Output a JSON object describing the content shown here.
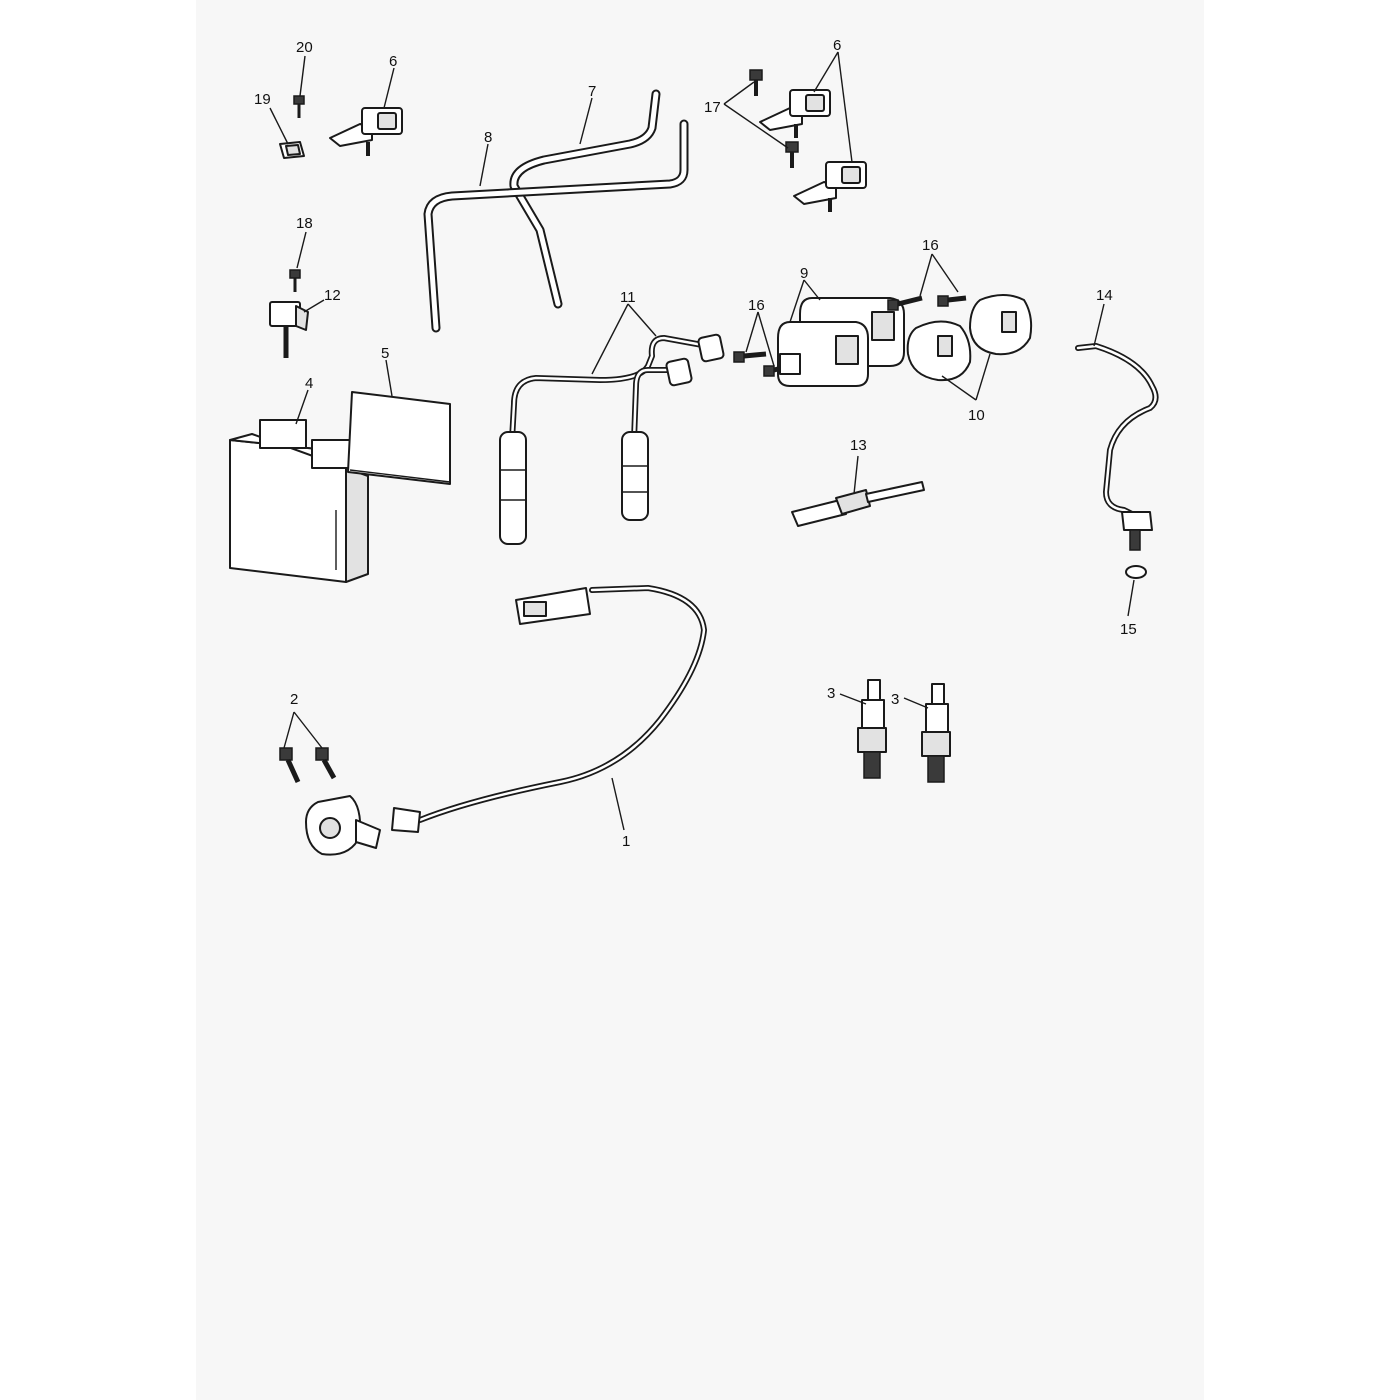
{
  "diagram": {
    "callouts": [
      {
        "id": "c1",
        "text": "1"
      },
      {
        "id": "c2",
        "text": "2"
      },
      {
        "id": "c3a",
        "text": "3"
      },
      {
        "id": "c3b",
        "text": "3"
      },
      {
        "id": "c4",
        "text": "4"
      },
      {
        "id": "c5",
        "text": "5"
      },
      {
        "id": "c6a",
        "text": "6"
      },
      {
        "id": "c6b",
        "text": "6"
      },
      {
        "id": "c7",
        "text": "7"
      },
      {
        "id": "c8",
        "text": "8"
      },
      {
        "id": "c9",
        "text": "9"
      },
      {
        "id": "c10",
        "text": "10"
      },
      {
        "id": "c11",
        "text": "11"
      },
      {
        "id": "c12",
        "text": "12"
      },
      {
        "id": "c13",
        "text": "13"
      },
      {
        "id": "c14",
        "text": "14"
      },
      {
        "id": "c15",
        "text": "15"
      },
      {
        "id": "c16a",
        "text": "16"
      },
      {
        "id": "c16b",
        "text": "16"
      },
      {
        "id": "c17",
        "text": "17"
      },
      {
        "id": "c18",
        "text": "18"
      },
      {
        "id": "c19",
        "text": "19"
      },
      {
        "id": "c20",
        "text": "20"
      }
    ],
    "colors": {
      "line": "#1a1a1a",
      "sheet": "#f7f7f7",
      "background": "#ffffff"
    }
  }
}
